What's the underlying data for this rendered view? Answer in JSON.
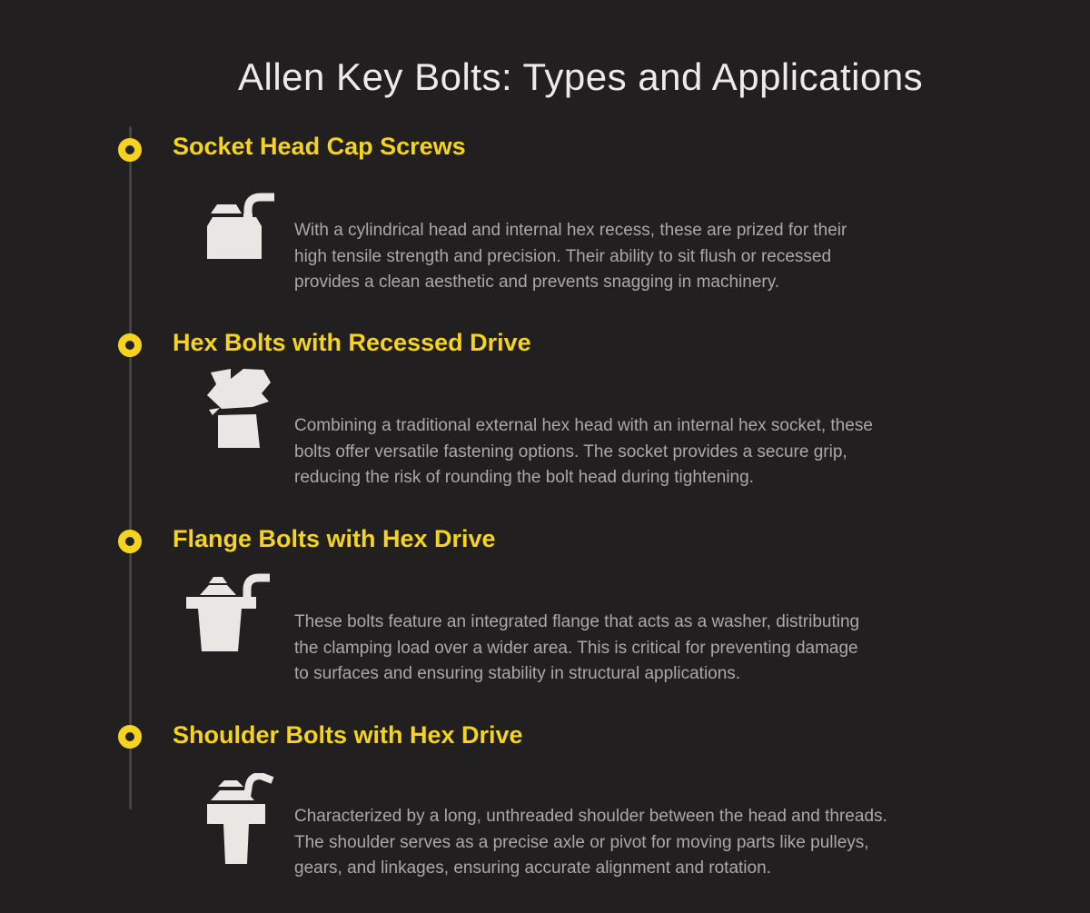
{
  "page": {
    "title": "Allen Key Bolts: Types and Applications"
  },
  "colors": {
    "background": "#211f1f",
    "accent_yellow": "#f5d321",
    "title_text": "#eceaea",
    "body_text": "#a9a9a9",
    "icon_fill": "#e9e7e4",
    "timeline_line": "#434343"
  },
  "sections": [
    {
      "heading": "Socket Head Cap Screws",
      "icon": "socket-head-cap-screw-icon",
      "description": "With a cylindrical head and internal hex recess, these are prized for their\nhigh tensile strength and precision. Their ability to sit flush or recessed\nprovides a clean aesthetic and prevents snagging in machinery."
    },
    {
      "heading": "Hex Bolts with Recessed Drive",
      "icon": "hex-bolt-icon",
      "description": "Combining a traditional external hex head with an internal hex socket, these\nbolts offer versatile fastening options. The socket provides a secure grip,\nreducing the risk of rounding the bolt head during tightening."
    },
    {
      "heading": "Flange Bolts with Hex Drive",
      "icon": "flange-bolt-icon",
      "description": "These bolts feature an integrated flange that acts as a washer, distributing\nthe clamping load over a wider area. This is critical for preventing damage\nto surfaces and ensuring stability in structural applications."
    },
    {
      "heading": "Shoulder Bolts with Hex Drive",
      "icon": "shoulder-bolt-icon",
      "description": "Characterized by a long, unthreaded shoulder between the head and threads.\nThe shoulder serves as a precise axle or pivot for moving parts like pulleys,\ngears, and linkages, ensuring accurate alignment and rotation."
    }
  ]
}
